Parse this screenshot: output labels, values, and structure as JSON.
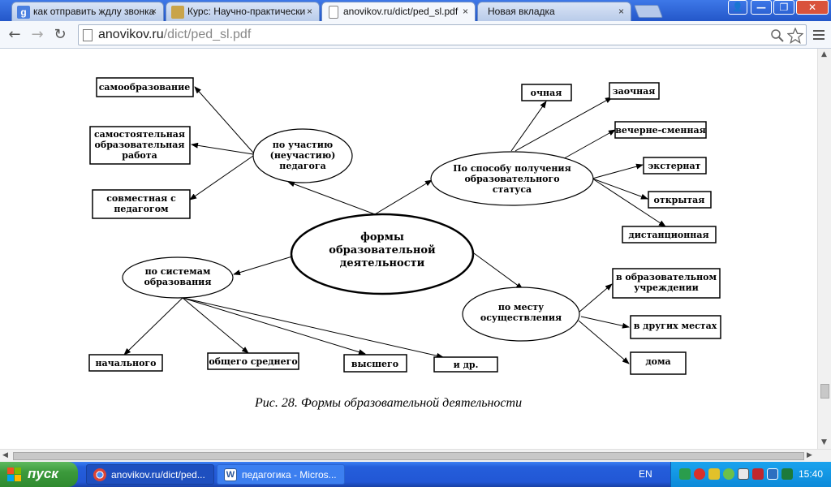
{
  "tabs": [
    {
      "title": "как отправить ждлу звонка",
      "icon": "google-icon",
      "active": false
    },
    {
      "title": "Курс: Научно-практически",
      "icon": "course-icon",
      "active": false
    },
    {
      "title": "anovikov.ru/dict/ped_sl.pdf",
      "icon": "page-icon",
      "active": true
    },
    {
      "title": "Новая вкладка",
      "icon": "",
      "active": false
    }
  ],
  "close_glyph": "×",
  "window_controls": {
    "user": "👤",
    "minimize": "—",
    "restore": "❐",
    "close": "✕"
  },
  "toolbar": {
    "back": "←",
    "forward": "→",
    "reload": "↻"
  },
  "address": {
    "host": "anovikov.ru",
    "path": "/dict/ped_sl.pdf"
  },
  "diagram": {
    "center": [
      "формы",
      "образовательной",
      "деятельности"
    ],
    "participation": {
      "node": [
        "по участию",
        "(неучастию)",
        "педагога"
      ],
      "items": [
        [
          "самообразование"
        ],
        [
          "самостоятельная",
          "образовательная",
          "работа"
        ],
        [
          "совместная с",
          "педагогом"
        ]
      ]
    },
    "status": {
      "node": [
        "По способу получения",
        "образовательного",
        "статуса"
      ],
      "items": [
        "очная",
        "заочная",
        "вечерне-сменная",
        "экстернат",
        "открытая",
        "дистанционная"
      ]
    },
    "systems": {
      "node": [
        "по системам",
        "образования"
      ],
      "items": [
        "начального",
        "общего среднего",
        "высшего",
        "и др."
      ]
    },
    "place": {
      "node": [
        "по месту",
        "осуществления"
      ],
      "items": [
        [
          "в образовательном",
          "учреждении"
        ],
        [
          "в других местах"
        ],
        [
          "дома"
        ]
      ]
    },
    "caption": "Рис. 28. Формы образовательной деятельности"
  },
  "taskbar": {
    "start": "пуск",
    "tasks": [
      {
        "label": "anovikov.ru/dict/ped...",
        "icon": "chrome-icon"
      },
      {
        "label": "педагогика - Micros...",
        "icon": "word-icon"
      }
    ],
    "lang": "EN",
    "time": "15:40"
  }
}
